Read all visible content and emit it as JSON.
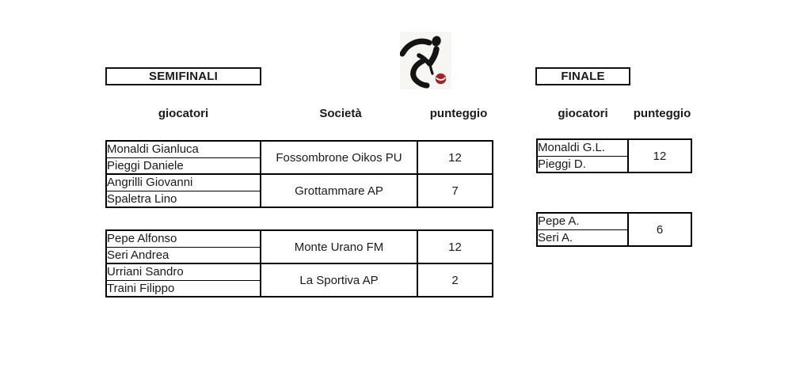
{
  "titles": {
    "semifinali": "SEMIFINALI",
    "finale": "FINALE"
  },
  "icon": {
    "name": "bocce-bowler-icon",
    "figure_color": "#141414",
    "ball_color": "#a32424",
    "background": "#f7f6f2"
  },
  "columns": {
    "giocatori": "giocatori",
    "societa": "Società",
    "punteggio": "punteggio"
  },
  "semifinali": {
    "blocks": [
      {
        "teams": [
          {
            "players": [
              "Monaldi Gianluca",
              "Pieggi Daniele"
            ],
            "societa": "Fossombrone Oikos PU",
            "punteggio": "12"
          },
          {
            "players": [
              "Angrilli Giovanni",
              "Spaletra Lino"
            ],
            "societa": "Grottammare AP",
            "punteggio": "7"
          }
        ]
      },
      {
        "teams": [
          {
            "players": [
              "Pepe Alfonso",
              "Seri Andrea"
            ],
            "societa": "Monte Urano FM",
            "punteggio": "12"
          },
          {
            "players": [
              "Urriani Sandro",
              "Traini Filippo"
            ],
            "societa": "La Sportiva AP",
            "punteggio": "2"
          }
        ]
      }
    ]
  },
  "finale": {
    "matches": [
      {
        "players": [
          "Monaldi G.L.",
          "Pieggi D."
        ],
        "punteggio": "12"
      },
      {
        "players": [
          "Pepe A.",
          "Seri A."
        ],
        "punteggio": "6"
      }
    ]
  }
}
